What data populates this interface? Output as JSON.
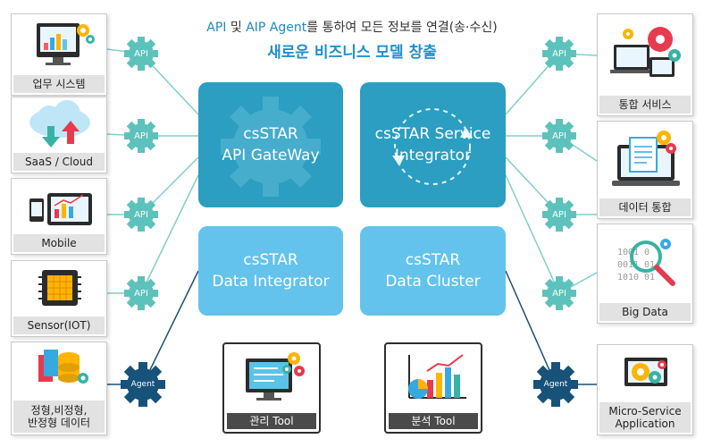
{
  "headline": {
    "line1_api": "API",
    "line1_mid": " 및 ",
    "line1_aip": "AIP Agent",
    "line1_rest": "를 통하여 모든 정보를 연결(송·수신)",
    "line2": "새로운 비즈니스 모델 창출"
  },
  "left_cards": [
    "업무 시스템",
    "SaaS / Cloud",
    "Mobile",
    "Sensor(IOT)",
    "정형,비정형,\n반정형 데이터"
  ],
  "right_cards": [
    "통합 서비스",
    "데이터 통합",
    "Big Data",
    "Micro-Service\nApplication"
  ],
  "hubs": {
    "gateway": [
      "csSTAR",
      "API GateWay"
    ],
    "service": [
      "csSTAR Service",
      "Integrator"
    ],
    "data_integrator": [
      "csSTAR",
      "Data Integrator"
    ],
    "data_cluster": [
      "csSTAR",
      "Data Cluster"
    ]
  },
  "tools": {
    "admin": "관리 Tool",
    "analysis": "분석 Tool"
  },
  "badges": {
    "api": "API",
    "agent": "Agent"
  },
  "colors": {
    "hub_dark": "#2b9ec1",
    "hub_light": "#63c3ec",
    "badge_api": "#5cc2bb",
    "badge_agent": "#17527a",
    "line_api": "#7fcfc8",
    "line_agent": "#1b4f73"
  }
}
